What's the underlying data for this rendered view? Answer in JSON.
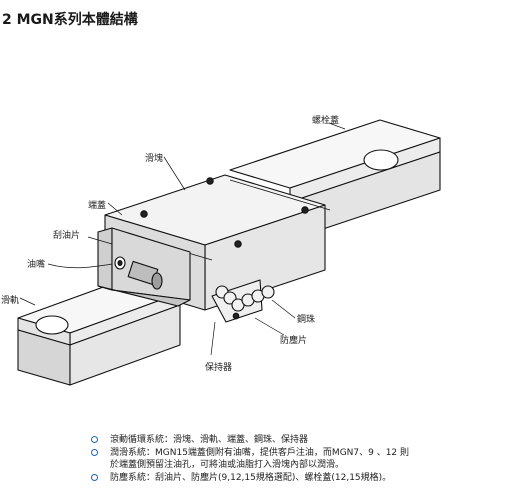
{
  "page": {
    "title": "2 MGN系列本體結構"
  },
  "diagram": {
    "callouts": {
      "bolt_cap": "螺栓蓋",
      "block": "滑塊",
      "end_cap": "端蓋",
      "scraper": "刮油片",
      "grease_nipple": "油嘴",
      "rail": "滑軌",
      "steel_ball": "鋼珠",
      "dust_seal": "防塵片",
      "retainer": "保持器"
    }
  },
  "notes": [
    {
      "icon": "circle-bullet-icon",
      "text": "滾動循環系統：滑塊、滑軌、端蓋、鋼珠、保持器"
    },
    {
      "icon": "circle-bullet-icon",
      "text": "潤滑系統：MGN15端蓋側附有油嘴，提供客戶注油，而MGN7、9 、12 則\n於端蓋側預留注油孔，可將油或油脂打入滑塊內部以潤滑。"
    },
    {
      "icon": "circle-bullet-icon",
      "text": "防塵系統：刮油片、防塵片(9,12,15規格選配)、螺栓蓋(12,15規格)。"
    }
  ]
}
